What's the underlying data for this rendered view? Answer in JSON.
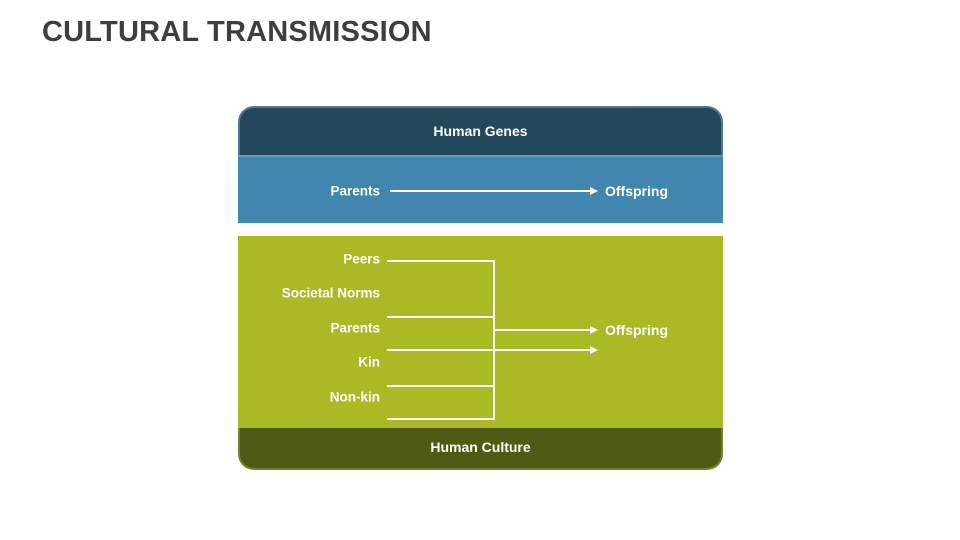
{
  "slide": {
    "title": "CULTURAL TRANSMISSION"
  },
  "genes_panel": {
    "header": "Human Genes",
    "source_label": "Parents",
    "target_label": "Offspring"
  },
  "culture_panel": {
    "footer": "Human Culture",
    "source_labels": [
      "Peers",
      "Societal Norms",
      "Parents",
      "Kin",
      "Non-kin"
    ],
    "target_label": "Offspring"
  },
  "colors": {
    "title_text": "#3e3e3e",
    "genes_header_bg": "#23485c",
    "genes_body_bg": "#4186ae",
    "culture_body_bg": "#a9ba24",
    "culture_footer_bg": "#4f5a14",
    "connector": "#ffffff",
    "diagram_text": "#ffffff"
  }
}
